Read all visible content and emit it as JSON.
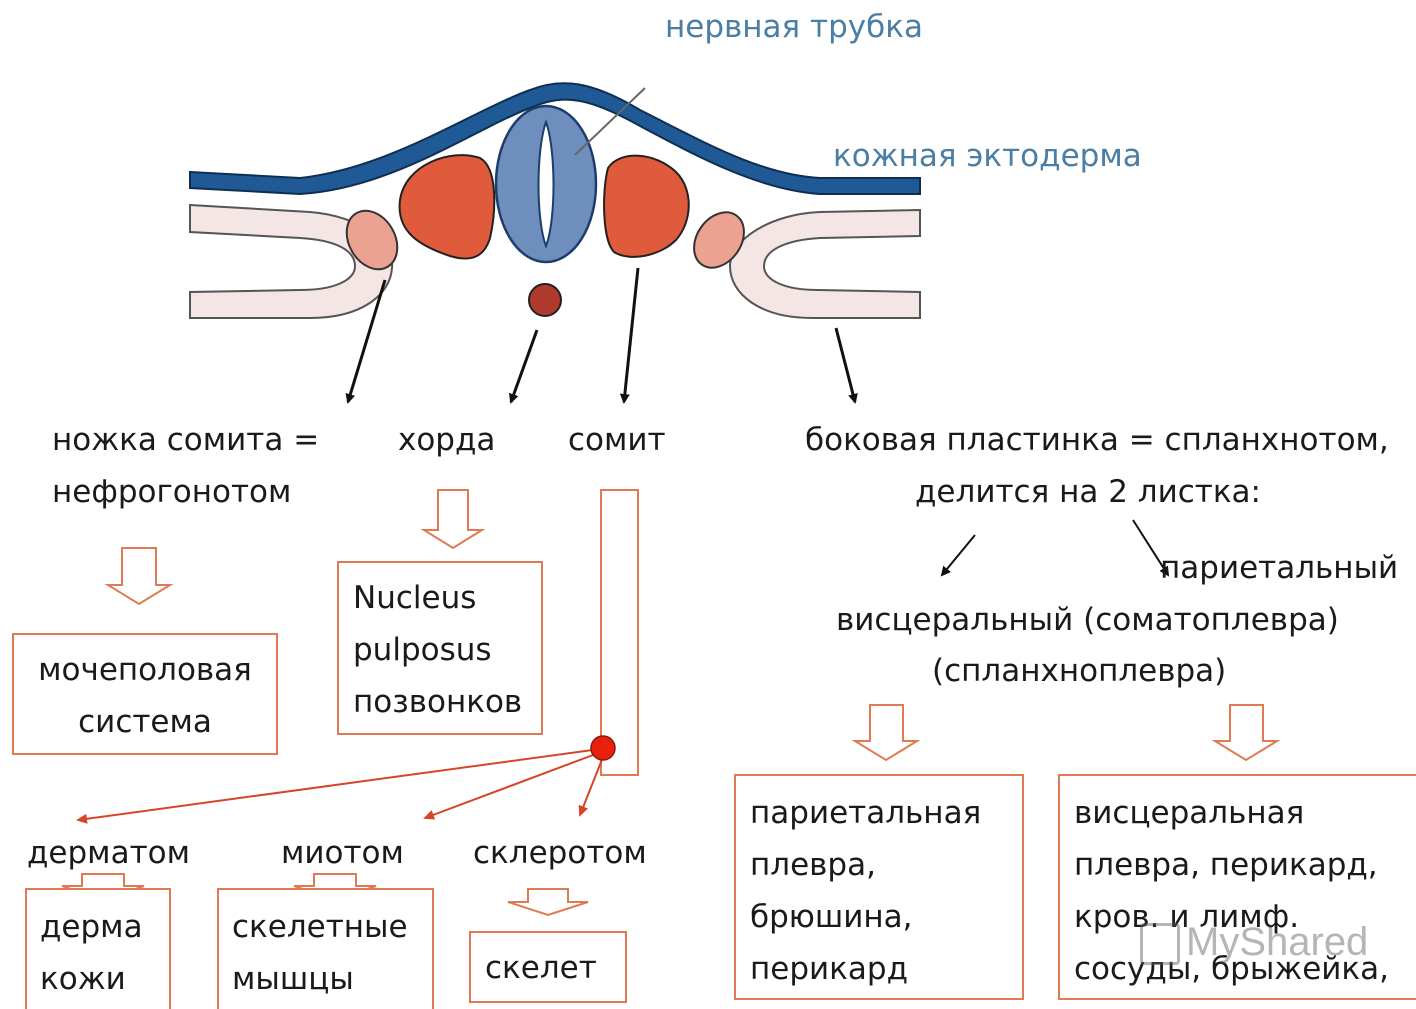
{
  "labels": {
    "neural_tube": "нервная трубка",
    "skin_ectoderm": "кожная эктодерма",
    "somite_stalk_line1": "ножка сомита =",
    "somite_stalk_line2": "нефрогонотом",
    "notochord": "хорда",
    "somite": "сомит",
    "lateral_plate_line1": "боковая пластинка = спланхнотом,",
    "lateral_plate_line2": "делится на 2 листка:",
    "parietal": "париетальный",
    "visceral_line1": "висцеральный (соматоплевра)",
    "visceral_line2": "(спланхноплевра)",
    "dermatome": "дерматом",
    "myotome": "миотом",
    "sclerotome": "склеротом"
  },
  "boxes": {
    "urogenital": [
      "мочеполовая",
      "система"
    ],
    "nucleus": [
      "Nucleus",
      "pulposus",
      "позвонков"
    ],
    "derma": [
      "дерма",
      "кожи"
    ],
    "muscles": [
      "скелетные",
      "мышцы"
    ],
    "skeleton": [
      "скелет"
    ],
    "parietal_pleura": [
      "париетальная",
      "плевра,",
      "брюшина,",
      "перикард"
    ],
    "visceral_pleura": [
      "висцеральная",
      "плевра, перикард,",
      "кров. и лимф.",
      "сосуды, брыжейка,"
    ]
  },
  "watermark": "MyShared",
  "colors": {
    "ectoderm": "#1f5a96",
    "neural_tube": "#6e8fbe",
    "somite": "#e05a3c",
    "nephrotome": "#eba291",
    "notochord": "#b03a2e",
    "lateral_plate": "#f3e6e4",
    "orange_line": "#e07a52",
    "label_blue": "#4a7ea5"
  }
}
